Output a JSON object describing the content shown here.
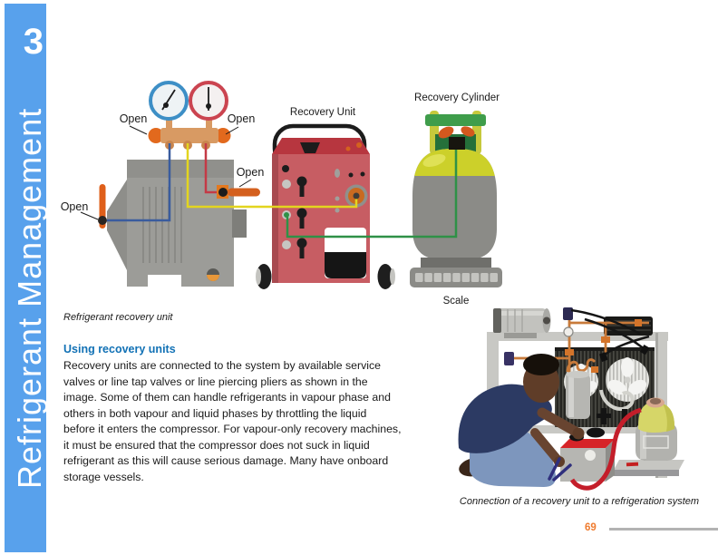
{
  "sidebar": {
    "chapter_number": "3",
    "title": "Refrigerant Management"
  },
  "diagram": {
    "caption": "Refrigerant recovery unit",
    "labels": {
      "open_manifold_left": "Open",
      "open_manifold_right": "Open",
      "open_discharge_valve": "Open",
      "open_suction_valve": "Open",
      "recovery_unit": "Recovery Unit",
      "recovery_cylinder": "Recovery Cylinder",
      "scale": "Scale"
    }
  },
  "article": {
    "heading": "Using recovery units",
    "body_lines": [
      "Recovery units are connected to the system by available service",
      "valves or line tap valves or line piercing pliers as shown in the",
      "image. Some of them can handle refrigerants in vapour phase and",
      "others in both vapour and liquid phases by throttling the liquid",
      "before it enters the compressor. For vapour-only recovery machines,",
      "it must be ensured that the compressor does not suck in liquid",
      "refrigerant as this will cause serious damage. Many have onboard",
      "storage vessels."
    ]
  },
  "figure": {
    "caption": "Connection of a recovery unit to a refrigeration system"
  },
  "footer": {
    "page_number": "69"
  },
  "colors": {
    "sidebar_blue": "#58a1ec",
    "heading_blue": "#1171b5",
    "page_number_orange": "#ef7b2e",
    "hose_blue": "#3a5c9e",
    "hose_yellow": "#e3d51f",
    "hose_red": "#c43a46",
    "hose_green": "#2f9147",
    "recovery_unit_red": "#c75d63",
    "cylinder_yellow": "#ccd02a"
  }
}
